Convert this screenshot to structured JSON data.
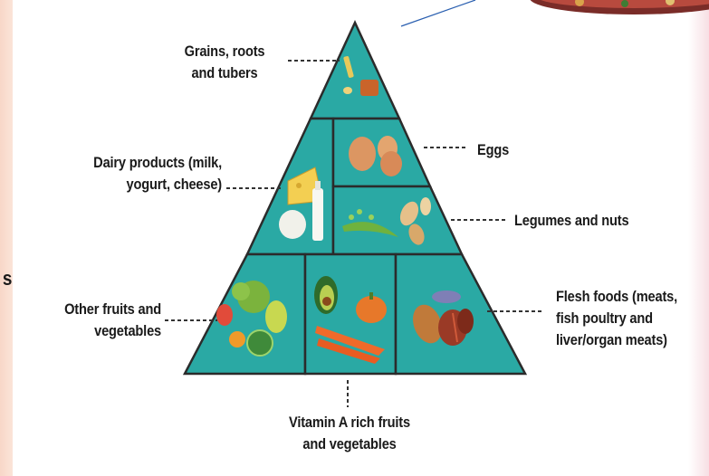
{
  "labels": {
    "grains": [
      "Grains, roots",
      "and tubers"
    ],
    "dairy": [
      "Dairy products (milk,",
      "yogurt, cheese)"
    ],
    "eggs": [
      "Eggs"
    ],
    "legumes": [
      "Legumes and nuts"
    ],
    "other_fruits": [
      "Other fruits and",
      "vegetables"
    ],
    "flesh": [
      "Flesh foods (meats,",
      "fish poultry and",
      "liver/organ meats)"
    ],
    "vitamin_a": [
      "Vitamin A rich fruits",
      "and vegetables"
    ]
  },
  "side_glyph": "s",
  "colors": {
    "pyramid_fill": "#2aa9a4",
    "outline": "#2b2b2b",
    "left_accent": "#f8d7c8"
  },
  "icons": [
    "grain-food-icon",
    "cheese-milk-icon",
    "eggs-icon",
    "legumes-nuts-icon",
    "vegetables-icon",
    "avocado-carrot-pumpkin-icon",
    "meat-fish-icon"
  ]
}
